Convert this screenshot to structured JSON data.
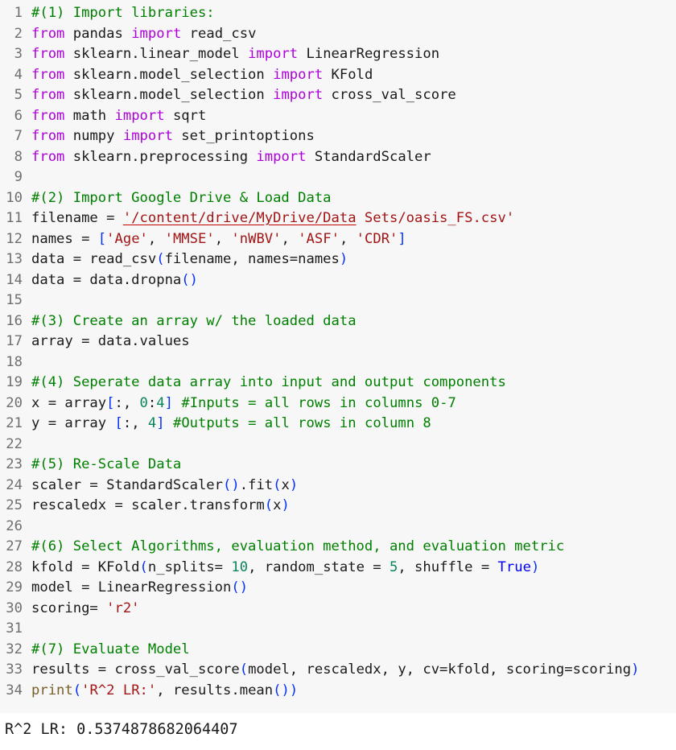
{
  "editor": {
    "lines": [
      [
        {
          "t": "#(1) Import libraries:",
          "c": "com"
        }
      ],
      [
        {
          "t": "from",
          "c": "kw"
        },
        {
          "t": " pandas "
        },
        {
          "t": "import",
          "c": "kw"
        },
        {
          "t": " read_csv"
        }
      ],
      [
        {
          "t": "from",
          "c": "kw"
        },
        {
          "t": " sklearn.linear_model "
        },
        {
          "t": "import",
          "c": "kw"
        },
        {
          "t": " LinearRegression"
        }
      ],
      [
        {
          "t": "from",
          "c": "kw"
        },
        {
          "t": " sklearn.model_selection "
        },
        {
          "t": "import",
          "c": "kw"
        },
        {
          "t": " KFold"
        }
      ],
      [
        {
          "t": "from",
          "c": "kw"
        },
        {
          "t": " sklearn.model_selection "
        },
        {
          "t": "import",
          "c": "kw"
        },
        {
          "t": " cross_val_score"
        }
      ],
      [
        {
          "t": "from",
          "c": "kw"
        },
        {
          "t": " math "
        },
        {
          "t": "import",
          "c": "kw"
        },
        {
          "t": " sqrt"
        }
      ],
      [
        {
          "t": "from",
          "c": "kw"
        },
        {
          "t": " numpy "
        },
        {
          "t": "import",
          "c": "kw"
        },
        {
          "t": " set_printoptions"
        }
      ],
      [
        {
          "t": "from",
          "c": "kw"
        },
        {
          "t": " sklearn.preprocessing "
        },
        {
          "t": "import",
          "c": "kw"
        },
        {
          "t": " StandardScaler"
        }
      ],
      [],
      [
        {
          "t": "#(2) Import Google Drive & Load Data",
          "c": "com"
        }
      ],
      [
        {
          "t": "filename = "
        },
        {
          "t": "'/content/drive/MyDrive/Data",
          "c": "str err"
        },
        {
          "t": " Sets/oasis_FS.csv'",
          "c": "str"
        }
      ],
      [
        {
          "t": "names = "
        },
        {
          "t": "[",
          "c": "br"
        },
        {
          "t": "'Age'",
          "c": "str"
        },
        {
          "t": ", "
        },
        {
          "t": "'MMSE'",
          "c": "str"
        },
        {
          "t": ", "
        },
        {
          "t": "'nWBV'",
          "c": "str"
        },
        {
          "t": ", "
        },
        {
          "t": "'ASF'",
          "c": "str"
        },
        {
          "t": ", "
        },
        {
          "t": "'CDR'",
          "c": "str"
        },
        {
          "t": "]",
          "c": "br"
        }
      ],
      [
        {
          "t": "data = read_csv"
        },
        {
          "t": "(",
          "c": "br"
        },
        {
          "t": "filename, names=names"
        },
        {
          "t": ")",
          "c": "br"
        }
      ],
      [
        {
          "t": "data = data.dropna"
        },
        {
          "t": "()",
          "c": "br"
        }
      ],
      [],
      [
        {
          "t": "#(3) Create an array w/ the loaded data",
          "c": "com"
        }
      ],
      [
        {
          "t": "array = data.values"
        }
      ],
      [],
      [
        {
          "t": "#(4) Seperate data array into input and output components",
          "c": "com"
        }
      ],
      [
        {
          "t": "x = array"
        },
        {
          "t": "[",
          "c": "br"
        },
        {
          "t": ":, "
        },
        {
          "t": "0",
          "c": "num"
        },
        {
          "t": ":"
        },
        {
          "t": "4",
          "c": "num"
        },
        {
          "t": "]",
          "c": "br"
        },
        {
          "t": " "
        },
        {
          "t": "#Inputs = all rows in columns 0-7",
          "c": "com"
        }
      ],
      [
        {
          "t": "y = array "
        },
        {
          "t": "[",
          "c": "br"
        },
        {
          "t": ":, "
        },
        {
          "t": "4",
          "c": "num"
        },
        {
          "t": "]",
          "c": "br"
        },
        {
          "t": " "
        },
        {
          "t": "#Outputs = all rows in column 8",
          "c": "com"
        }
      ],
      [],
      [
        {
          "t": "#(5) Re-Scale Data",
          "c": "com"
        }
      ],
      [
        {
          "t": "scaler = StandardScaler"
        },
        {
          "t": "()",
          "c": "br"
        },
        {
          "t": ".fit"
        },
        {
          "t": "(",
          "c": "br"
        },
        {
          "t": "x"
        },
        {
          "t": ")",
          "c": "br"
        }
      ],
      [
        {
          "t": "rescaledx = scaler.transform"
        },
        {
          "t": "(",
          "c": "br"
        },
        {
          "t": "x"
        },
        {
          "t": ")",
          "c": "br"
        }
      ],
      [],
      [
        {
          "t": "#(6) Select Algorithms, evaluation method, and evaluation metric",
          "c": "com"
        }
      ],
      [
        {
          "t": "kfold = KFold"
        },
        {
          "t": "(",
          "c": "br"
        },
        {
          "t": "n_splits= "
        },
        {
          "t": "10",
          "c": "num"
        },
        {
          "t": ", random_state = "
        },
        {
          "t": "5",
          "c": "num"
        },
        {
          "t": ", shuffle = "
        },
        {
          "t": "True",
          "c": "const"
        },
        {
          "t": ")",
          "c": "br"
        }
      ],
      [
        {
          "t": "model = LinearRegression"
        },
        {
          "t": "()",
          "c": "br"
        }
      ],
      [
        {
          "t": "scoring= "
        },
        {
          "t": "'r2'",
          "c": "str"
        }
      ],
      [],
      [
        {
          "t": "#(7) Evaluate Model",
          "c": "com"
        }
      ],
      [
        {
          "t": "results = cross_val_score"
        },
        {
          "t": "(",
          "c": "br"
        },
        {
          "t": "model, rescaledx, y, cv=kfold, scoring=scoring"
        },
        {
          "t": ")",
          "c": "br"
        }
      ],
      [
        {
          "t": "print",
          "c": "fn"
        },
        {
          "t": "(",
          "c": "br"
        },
        {
          "t": "'R^2 LR:'",
          "c": "str"
        },
        {
          "t": ", results.mean"
        },
        {
          "t": "())",
          "c": "br"
        }
      ]
    ]
  },
  "output": {
    "text": "R^2 LR: 0.5374878682064407"
  },
  "colors": {
    "keyword": "#af00db",
    "comment": "#008000",
    "string": "#a31515",
    "number": "#098658",
    "bracket": "#0431fa",
    "constant": "#0000ff",
    "background": "#f7f7f7"
  }
}
